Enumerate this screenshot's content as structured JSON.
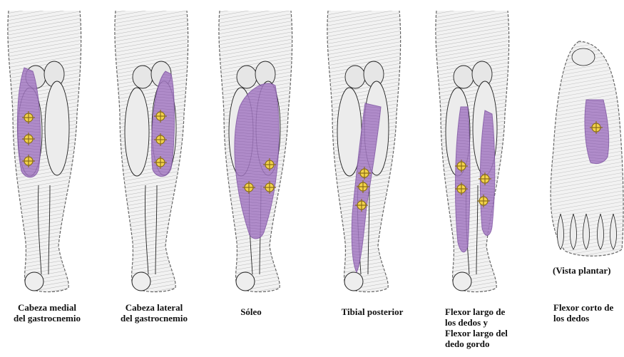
{
  "panels": [
    {
      "id": "cabeza-medial",
      "caption": "Cabeza medial\ndel gastrocnemio",
      "points": 3
    },
    {
      "id": "cabeza-lateral",
      "caption": "Cabeza lateral\ndel gastrocnemio",
      "points": 3
    },
    {
      "id": "soleo",
      "caption": "Sóleo",
      "points": 3
    },
    {
      "id": "tibial-posterior",
      "caption": "Tibial posterior",
      "points": 3
    },
    {
      "id": "flexor-largo",
      "caption": "Flexor largo de\nlos dedos y\nFlexor largo del\ndedo gordo",
      "points": 4
    },
    {
      "id": "flexor-corto",
      "caption": "Flexor corto de\nlos dedos",
      "points": 1
    }
  ],
  "view_label": "(Vista plantar)",
  "colors": {
    "muscle_highlight": "#a57bc4",
    "muscle_highlight_dark": "#7e52a3",
    "trigger_point_fill": "#f3d34a",
    "trigger_point_stroke": "#8a6d1a",
    "outline": "#222222",
    "dashed_outline": "#666666"
  },
  "icons": {
    "trigger_point": "crosshair-circle-icon"
  }
}
